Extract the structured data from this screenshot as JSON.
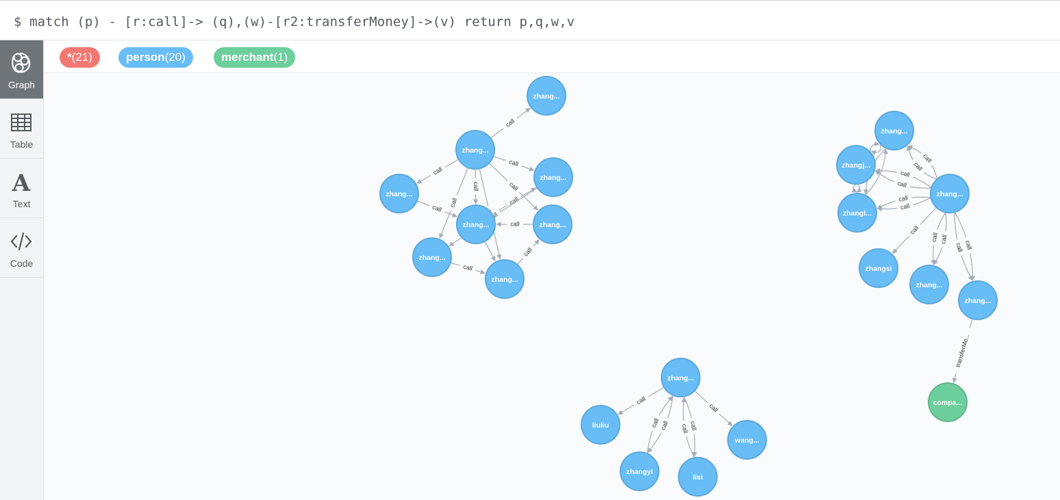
{
  "query": {
    "prompt": "$",
    "text": "match (p) - [r:call]-> (q),(w)-[r2:transferMoney]->(v) return p,q,w,v"
  },
  "sidebar": {
    "items": [
      {
        "label": "Graph",
        "icon": "graph-icon",
        "active": true
      },
      {
        "label": "Table",
        "icon": "table-icon",
        "active": false
      },
      {
        "label": "Text",
        "icon": "text-icon",
        "active": false
      },
      {
        "label": "Code",
        "icon": "code-icon",
        "active": false
      }
    ]
  },
  "legend": {
    "labels": [
      {
        "name": "*",
        "count": "(21)",
        "color": "#f37873"
      },
      {
        "name": "person",
        "count": "(20)",
        "color": "#68bdf6"
      },
      {
        "name": "merchant",
        "count": "(1)",
        "color": "#6dce9e"
      }
    ]
  },
  "colors": {
    "person": "#68bdf6",
    "person_border": "#5ca8db",
    "merchant": "#6dce9e",
    "merchant_border": "#60b58b",
    "edge": "#a5abb6"
  },
  "graph": {
    "nodes": [
      {
        "id": "a1",
        "label": "zhang...",
        "type": "person"
      },
      {
        "id": "a2",
        "label": "zhang...",
        "type": "person"
      },
      {
        "id": "a3",
        "label": "zhang...",
        "type": "person"
      },
      {
        "id": "a4",
        "label": "zhang...",
        "type": "person"
      },
      {
        "id": "a5",
        "label": "zhang...",
        "type": "person"
      },
      {
        "id": "a6",
        "label": "zhang...",
        "type": "person"
      },
      {
        "id": "a7",
        "label": "zhang...",
        "type": "person"
      },
      {
        "id": "a8",
        "label": "zhang...",
        "type": "person"
      },
      {
        "id": "b1",
        "label": "zhang...",
        "type": "person"
      },
      {
        "id": "b2",
        "label": "zhangj...",
        "type": "person"
      },
      {
        "id": "b3",
        "label": "zhangl...",
        "type": "person"
      },
      {
        "id": "b4",
        "label": "zhang...",
        "type": "person"
      },
      {
        "id": "b5",
        "label": "zhangsi",
        "type": "person"
      },
      {
        "id": "b6",
        "label": "zhang...",
        "type": "person"
      },
      {
        "id": "b7",
        "label": "zhang...",
        "type": "person"
      },
      {
        "id": "m1",
        "label": "compa...",
        "type": "merchant"
      },
      {
        "id": "c1",
        "label": "zhang...",
        "type": "person"
      },
      {
        "id": "c2",
        "label": "liuliu",
        "type": "person"
      },
      {
        "id": "c3",
        "label": "zhangyi",
        "type": "person"
      },
      {
        "id": "c4",
        "label": "lisi",
        "type": "person"
      },
      {
        "id": "c5",
        "label": "wang...",
        "type": "person"
      }
    ],
    "edges": [
      {
        "from": "a1",
        "to": "a2",
        "label": "call"
      },
      {
        "from": "a1",
        "to": "a3",
        "label": "call"
      },
      {
        "from": "a1",
        "to": "a4",
        "label": "call"
      },
      {
        "from": "a1",
        "to": "a5",
        "label": "call"
      },
      {
        "from": "a1",
        "to": "a6",
        "label": "call"
      },
      {
        "from": "a1",
        "to": "a7",
        "label": "call"
      },
      {
        "from": "a1",
        "to": "a8",
        "label": "c..."
      },
      {
        "from": "a3",
        "to": "a5",
        "label": "call"
      },
      {
        "from": "a5",
        "to": "a4",
        "label": "call"
      },
      {
        "from": "a6",
        "to": "a5",
        "label": "call"
      },
      {
        "from": "a4",
        "to": "a7",
        "label": "call"
      },
      {
        "from": "a7",
        "to": "a8",
        "label": "call"
      },
      {
        "from": "a8",
        "to": "a6",
        "label": "call"
      },
      {
        "from": "a5",
        "to": "a8",
        "label": ""
      },
      {
        "from": "b4",
        "to": "b1",
        "label": "call"
      },
      {
        "from": "b4",
        "to": "b1",
        "label": "call"
      },
      {
        "from": "b4",
        "to": "b2",
        "label": "call"
      },
      {
        "from": "b4",
        "to": "b2",
        "label": "call"
      },
      {
        "from": "b4",
        "to": "b3",
        "label": "call"
      },
      {
        "from": "b4",
        "to": "b3",
        "label": "call"
      },
      {
        "from": "b2",
        "to": "b1",
        "label": ""
      },
      {
        "from": "b3",
        "to": "b1",
        "label": ""
      },
      {
        "from": "b1",
        "to": "b3",
        "label": ""
      },
      {
        "from": "b1",
        "to": "b2",
        "label": ""
      },
      {
        "from": "b2",
        "to": "b3",
        "label": ""
      },
      {
        "from": "b2",
        "to": "b3",
        "label": ""
      },
      {
        "from": "b4",
        "to": "b5",
        "label": "call"
      },
      {
        "from": "b4",
        "to": "b6",
        "label": "call"
      },
      {
        "from": "b4",
        "to": "b6",
        "label": "call"
      },
      {
        "from": "b4",
        "to": "b7",
        "label": "call"
      },
      {
        "from": "b4",
        "to": "b7",
        "label": "call"
      },
      {
        "from": "b7",
        "to": "m1",
        "label": "transferMo..."
      },
      {
        "from": "c1",
        "to": "c2",
        "label": "call"
      },
      {
        "from": "c1",
        "to": "c3",
        "label": "call"
      },
      {
        "from": "c3",
        "to": "c1",
        "label": "call"
      },
      {
        "from": "c1",
        "to": "c4",
        "label": "call"
      },
      {
        "from": "c4",
        "to": "c1",
        "label": "call"
      },
      {
        "from": "c1",
        "to": "c5",
        "label": "call"
      }
    ]
  }
}
